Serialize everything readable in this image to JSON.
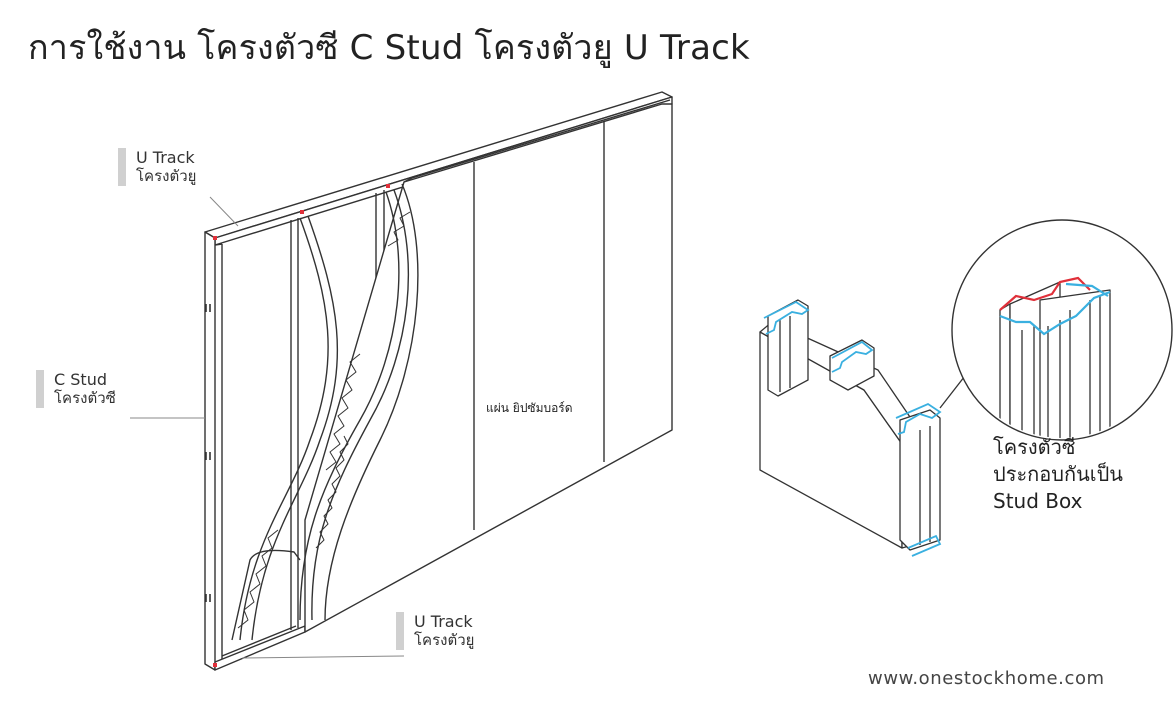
{
  "title": "การใช้งาน โครงตัวซี C Stud โครงตัวยู U Track",
  "labels": {
    "u_track_top": {
      "en": "U Track",
      "th": "โครงตัวยู"
    },
    "c_stud": {
      "en": "C Stud",
      "th": "โครงตัวซี"
    },
    "u_track_bottom": {
      "en": "U Track",
      "th": "โครงตัวยู"
    },
    "gypsum_board": "แผ่น ยิปซัมบอร์ด",
    "stud_box": [
      "โครงตัวซี",
      "ประกอบกันเป็น",
      "Stud Box"
    ]
  },
  "website": "www.onestockhome.com",
  "colors": {
    "line": "#333333",
    "callout": "#d0d0d0",
    "blue": "#3ab0e0",
    "red": "#e0303a"
  }
}
